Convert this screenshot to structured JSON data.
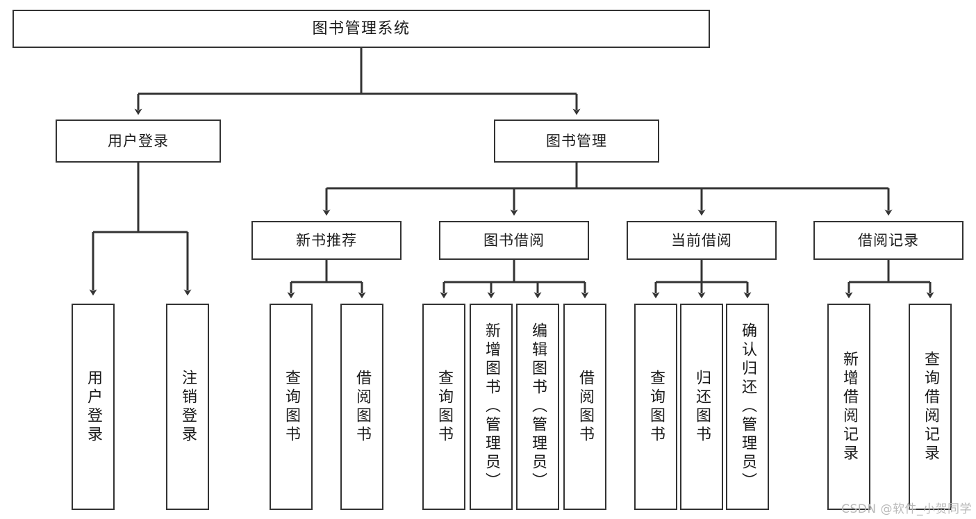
{
  "diagram": {
    "title": "图书管理系统",
    "watermark": "CSDN @软件_小贺同学",
    "colors": {
      "box_border": "#333333",
      "box_fill": "#ffffff",
      "connector": "#333333",
      "background": "#ffffff",
      "watermark": "#b9b9b9"
    },
    "nodes": {
      "root": {
        "label": "图书管理系统"
      },
      "level2": [
        {
          "label": "用户登录"
        },
        {
          "label": "图书管理"
        }
      ],
      "level3": [
        {
          "label": "新书推荐"
        },
        {
          "label": "图书借阅"
        },
        {
          "label": "当前借阅"
        },
        {
          "label": "借阅记录"
        }
      ],
      "leaves": {
        "user_login": [
          {
            "label": "用户登录"
          },
          {
            "label": "注销登录"
          }
        ],
        "new_book_recommend": [
          {
            "label": "查询图书"
          },
          {
            "label": "借阅图书"
          }
        ],
        "book_borrow": [
          {
            "label": "查询图书"
          },
          {
            "label": "新增图书（管理员）"
          },
          {
            "label": "编辑图书（管理员）"
          },
          {
            "label": "借阅图书"
          }
        ],
        "current_borrow": [
          {
            "label": "查询图书"
          },
          {
            "label": "归还图书"
          },
          {
            "label": "确认归还（管理员）"
          }
        ],
        "borrow_records": [
          {
            "label": "新增借阅记录"
          },
          {
            "label": "查询借阅记录"
          }
        ]
      }
    }
  }
}
